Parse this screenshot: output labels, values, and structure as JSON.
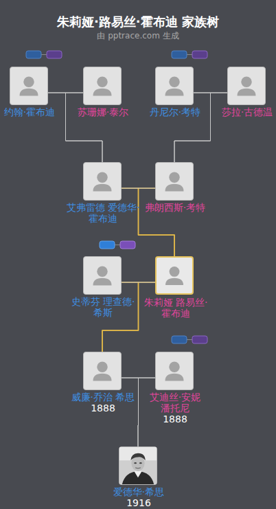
{
  "diagram": {
    "title": "朱莉娅·路易丝·霍布迪 家族树",
    "caption": "由 pptrace.com 生成",
    "nodes": [
      {
        "text": [
          "约翰·霍布迪"
        ]
      },
      {
        "text": [
          "苏珊娜·泰尔"
        ]
      },
      {
        "text": [
          "丹尼尔·考特"
        ]
      },
      {
        "text": [
          "莎拉·古德温"
        ]
      },
      {
        "text": [
          "艾弗雷德 爱德华·霍布迪"
        ]
      },
      {
        "text": [
          "弗朗西斯·考特"
        ]
      },
      {
        "text": [
          "史蒂芬 理查德·希斯"
        ]
      },
      {
        "text": [
          "朱莉娅 路易丝·霍布迪"
        ]
      },
      {
        "text": [
          "威廉·乔治 希思",
          "1888"
        ]
      },
      {
        "text": [
          "艾迪丝·安妮 潘托尼",
          "1888"
        ]
      },
      {
        "text": [
          "爱德华·希思",
          "1916"
        ]
      }
    ],
    "edges": [
      {
        "from": 0,
        "to": 1,
        "arrow": "none"
      },
      {
        "from": 0,
        "to": 4,
        "arrow": "none"
      },
      {
        "from": 1,
        "to": 4,
        "arrow": "none"
      },
      {
        "from": 2,
        "to": 3,
        "arrow": "none"
      },
      {
        "from": 2,
        "to": 5,
        "arrow": "none"
      },
      {
        "from": 3,
        "to": 5,
        "arrow": "none"
      },
      {
        "from": 4,
        "to": 5,
        "arrow": "none"
      },
      {
        "from": 4,
        "to": 7,
        "arrow": "none"
      },
      {
        "from": 5,
        "to": 7,
        "arrow": "none"
      },
      {
        "from": 6,
        "to": 7,
        "arrow": "none"
      },
      {
        "from": 6,
        "to": 8,
        "arrow": "none"
      },
      {
        "from": 7,
        "to": 8,
        "arrow": "none"
      },
      {
        "from": 8,
        "to": 9,
        "arrow": "none"
      },
      {
        "from": 8,
        "to": 10,
        "arrow": "none"
      },
      {
        "from": 9,
        "to": 10,
        "arrow": "none"
      }
    ]
  }
}
